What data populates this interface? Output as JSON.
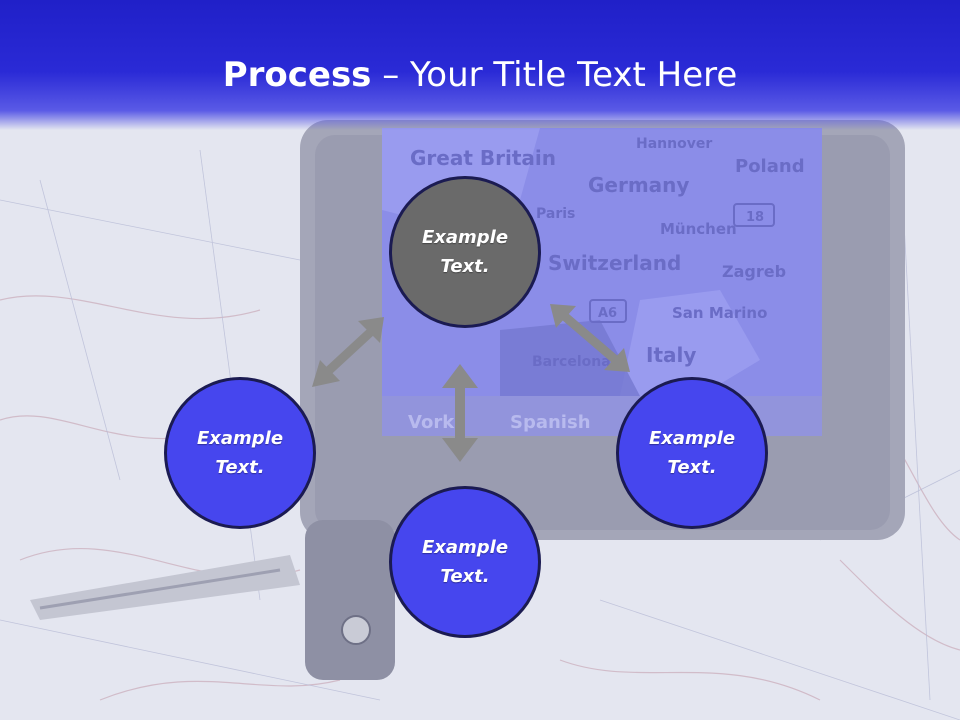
{
  "slide": {
    "title_bold": "Process",
    "title_rest": " – Your Title Text Here"
  },
  "nodes": {
    "top": "Example Text.",
    "left": "Example Text.",
    "right": "Example Text.",
    "bottom": "Example Text."
  },
  "background": {
    "map_labels": [
      "Great Britain",
      "Germany",
      "Paris",
      "München",
      "Switzerland",
      "Zagreb",
      "San Marino",
      "Barcelona",
      "Italy",
      "Poland",
      "Hannover",
      "Vork",
      "Spanish"
    ],
    "road_signs": [
      "18",
      "A6"
    ]
  },
  "colors": {
    "header": "#2323cc",
    "node_blue": "#4646ee",
    "node_grey": "#6a6a6a",
    "node_border": "#1b1b52",
    "arrow": "#8a8a8a"
  }
}
